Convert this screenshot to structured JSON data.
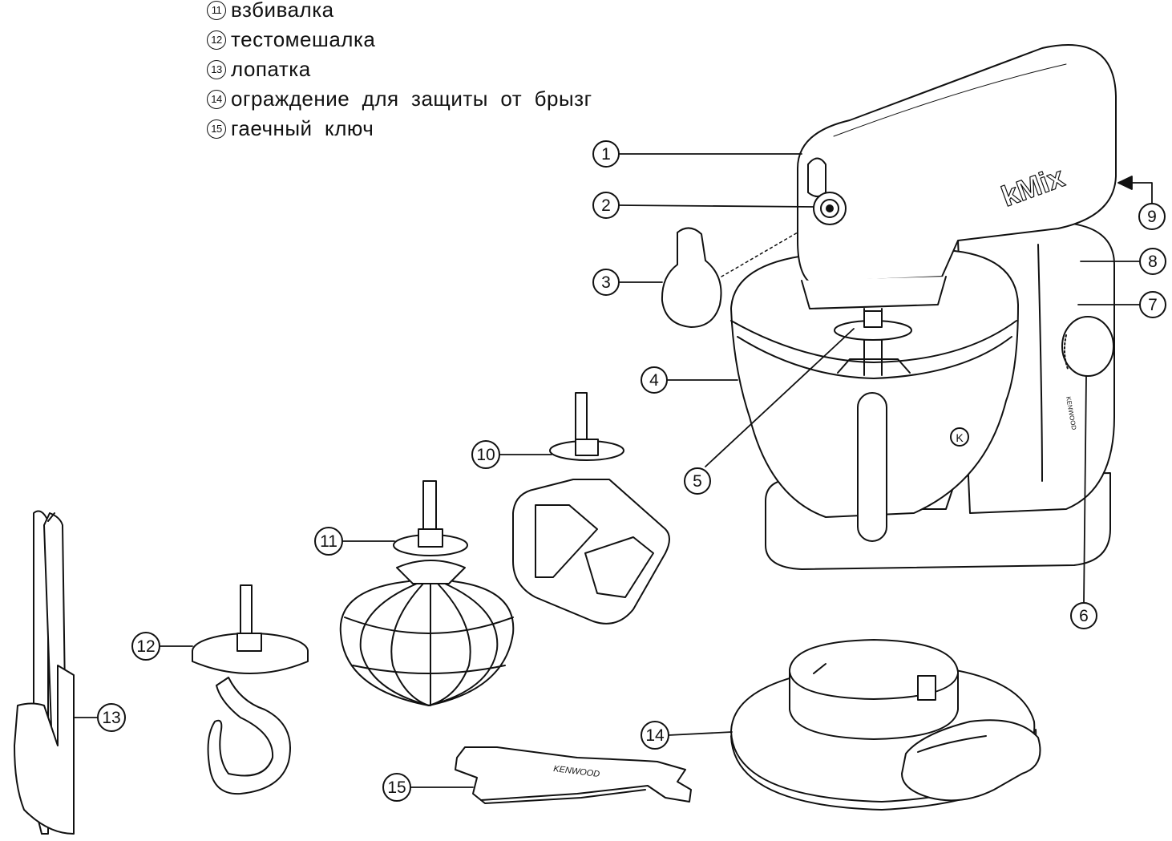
{
  "legend": [
    {
      "num": "11",
      "text": "взбивалка"
    },
    {
      "num": "12",
      "text": "тестомешалка"
    },
    {
      "num": "13",
      "text": "лопатка"
    },
    {
      "num": "14",
      "text": "ограждение  для  защиты  от  брызг"
    },
    {
      "num": "15",
      "text": "гаечный  ключ"
    }
  ],
  "callouts": [
    "1",
    "2",
    "3",
    "4",
    "5",
    "6",
    "7",
    "8",
    "9",
    "10",
    "11",
    "12",
    "13",
    "14",
    "15"
  ],
  "brand": {
    "mixer_logo": "kMix",
    "body_logo": "KENWOOD",
    "wrench_logo": "KENWOOD",
    "bowl_emblem": "K"
  }
}
